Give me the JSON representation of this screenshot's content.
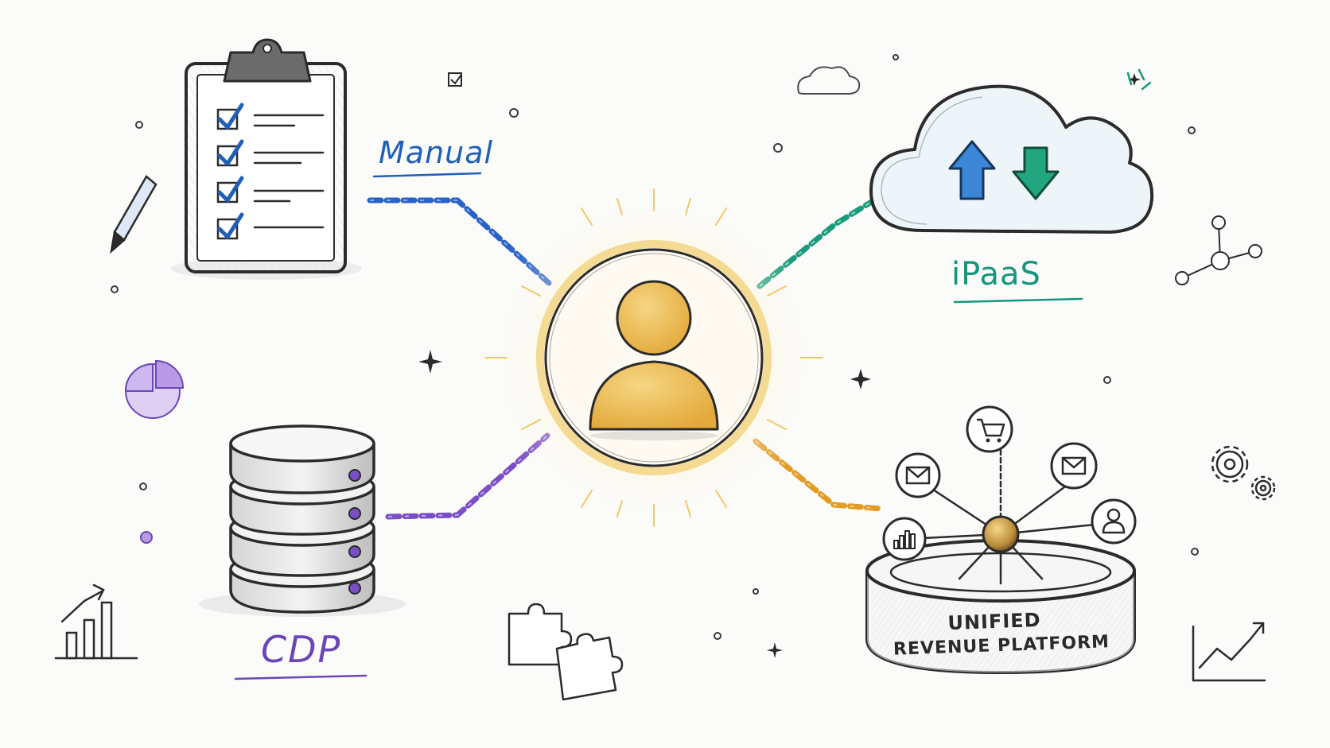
{
  "nodes": {
    "manual": {
      "label": "Manual",
      "color": "#1f5fb8"
    },
    "ipaas": {
      "label": "iPaaS",
      "color": "#15967a"
    },
    "cdp": {
      "label": "CDP",
      "color": "#6b46b6"
    },
    "platform": {
      "line1": "UNIFIED",
      "line2": "REVENUE PLATFORM",
      "color": "#e39b23"
    },
    "center": {
      "icon": "user-icon",
      "color": "#e8b84a"
    }
  },
  "icons": [
    "clipboard-checklist-icon",
    "cloud-sync-icon",
    "database-icon",
    "hub-platform-icon",
    "cart-icon",
    "mail-icon",
    "bar-chart-icon",
    "user-icon",
    "pie-chart-icon",
    "pencil-icon",
    "gear-icon",
    "puzzle-icon",
    "trend-chart-icon",
    "network-icon"
  ]
}
